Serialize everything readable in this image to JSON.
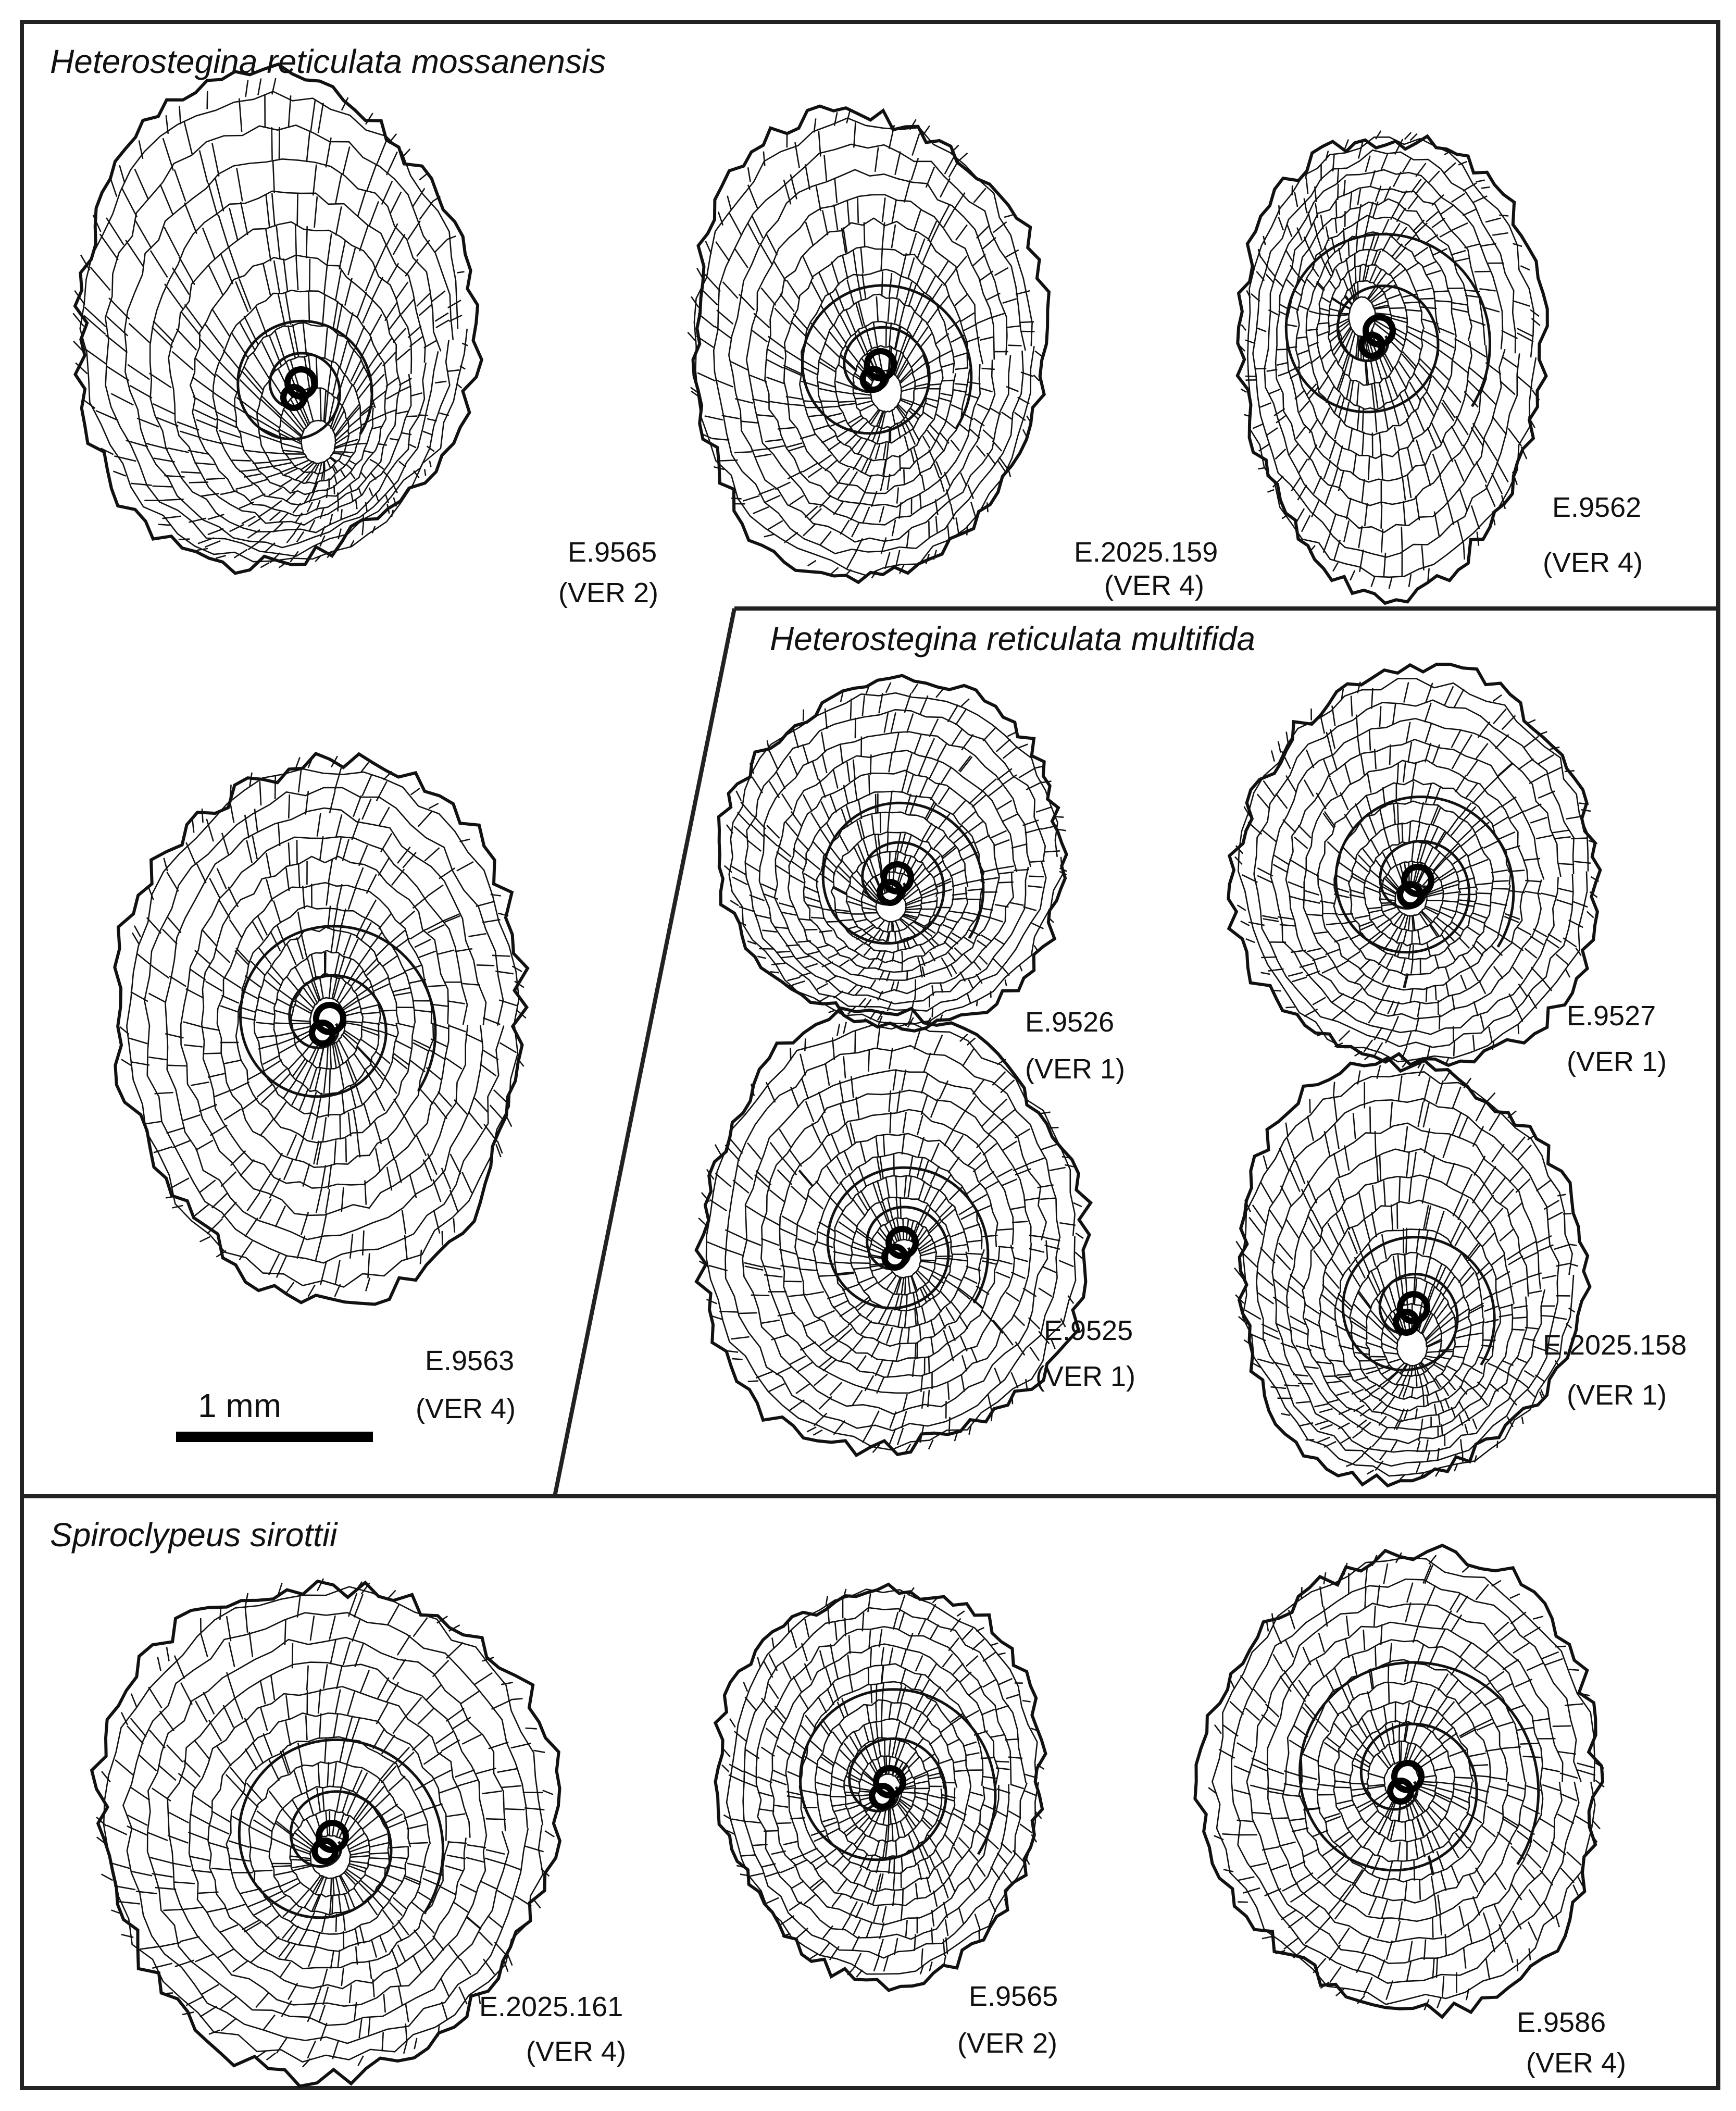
{
  "panels": [
    {
      "id": "mossanensis",
      "title": "Heterostegina reticulata mossanensis"
    },
    {
      "id": "multifida",
      "title": "Heterostegina reticulata multifida"
    },
    {
      "id": "sirottii",
      "title": "Spiroclypeus sirottii"
    }
  ],
  "specimens": [
    {
      "id": "E.9565",
      "ver": "(VER 2)"
    },
    {
      "id": "E.2025.159",
      "ver": "(VER 4)"
    },
    {
      "id": "E.9562",
      "ver": "(VER 4)"
    },
    {
      "id": "E.9563",
      "ver": "(VER 4)"
    },
    {
      "id": "E.9526",
      "ver": "(VER 1)"
    },
    {
      "id": "E.9527",
      "ver": "(VER 1)"
    },
    {
      "id": "E.9525",
      "ver": "(VER 1)"
    },
    {
      "id": "E.2025.158",
      "ver": "(VER 1)"
    },
    {
      "id": "E.2025.161",
      "ver": "(VER 4)"
    },
    {
      "id": "E.9565",
      "ver": "(VER 2)"
    },
    {
      "id": "E.9586",
      "ver": "(VER 4)"
    }
  ],
  "scale_bar": {
    "label": "1 mm"
  },
  "colors": {
    "ink": "#111111",
    "background": "#ffffff"
  }
}
